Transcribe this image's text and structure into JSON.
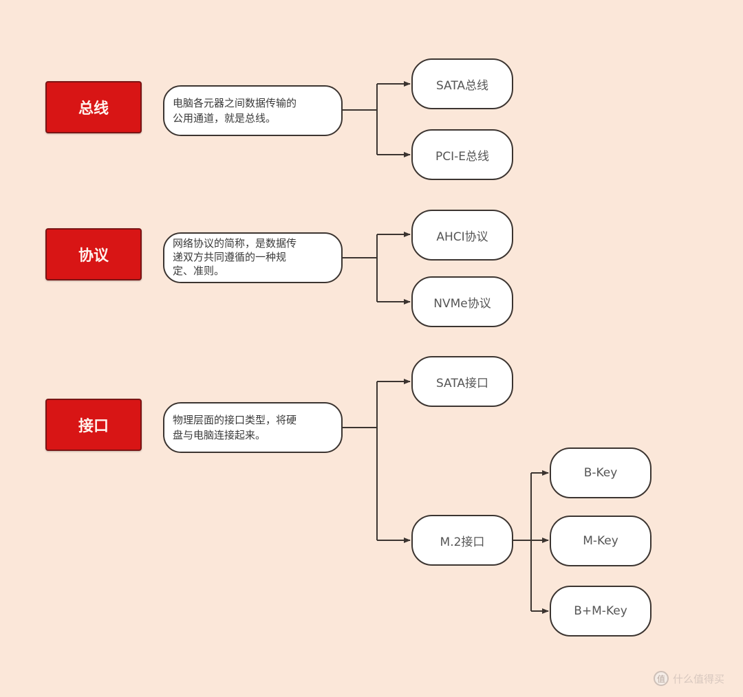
{
  "groups": [
    {
      "category": "总线",
      "description": "电脑各元器之间数据传输的公用通道，就是总线。",
      "description_lines": [
        "电脑各元器之间数据传输的",
        "公用通道，就是总线。"
      ],
      "children": [
        "SATA总线",
        "PCI-E总线"
      ]
    },
    {
      "category": "协议",
      "description": "网络协议的简称，是数据传递双方共同遵循的一种规定、准则。",
      "description_lines": [
        "网络协议的简称，是数据传",
        "递双方共同遵循的一种规",
        "定、准则。"
      ],
      "children": [
        "AHCI协议",
        "NVMe协议"
      ]
    },
    {
      "category": "接口",
      "description": "物理层面的接口类型，将硬盘与电脑连接起来。",
      "description_lines": [
        "物理层面的接口类型，将硬",
        "盘与电脑连接起来。"
      ],
      "children": [
        "SATA接口",
        "M.2接口"
      ],
      "subchildren": {
        "parent": "M.2接口",
        "items": [
          "B-Key",
          "M-Key",
          "B+M-Key"
        ]
      }
    }
  ],
  "colors": {
    "background": "#fbe7d9",
    "category_fill": "#d81515",
    "node_fill": "#ffffff",
    "connector": "#3b3430"
  },
  "watermark": {
    "icon": "值",
    "text": "什么值得买"
  }
}
